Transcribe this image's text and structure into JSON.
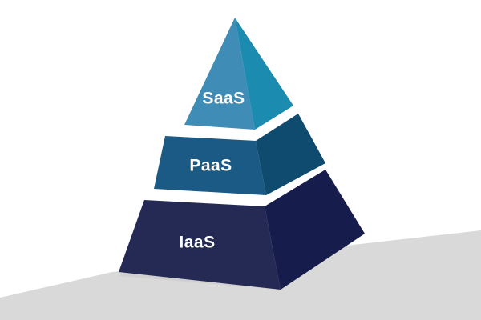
{
  "tiers": [
    {
      "label": "SaaS",
      "front_color": "#3f8cb6",
      "side_color": "#1c8bb0"
    },
    {
      "label": "PaaS",
      "front_color": "#1b5a84",
      "side_color": "#0f4a6f"
    },
    {
      "label": "IaaS",
      "front_color": "#252a55",
      "side_color": "#161c4b"
    }
  ],
  "colors": {
    "floor": "#d9d9d9",
    "background": "#ffffff"
  }
}
